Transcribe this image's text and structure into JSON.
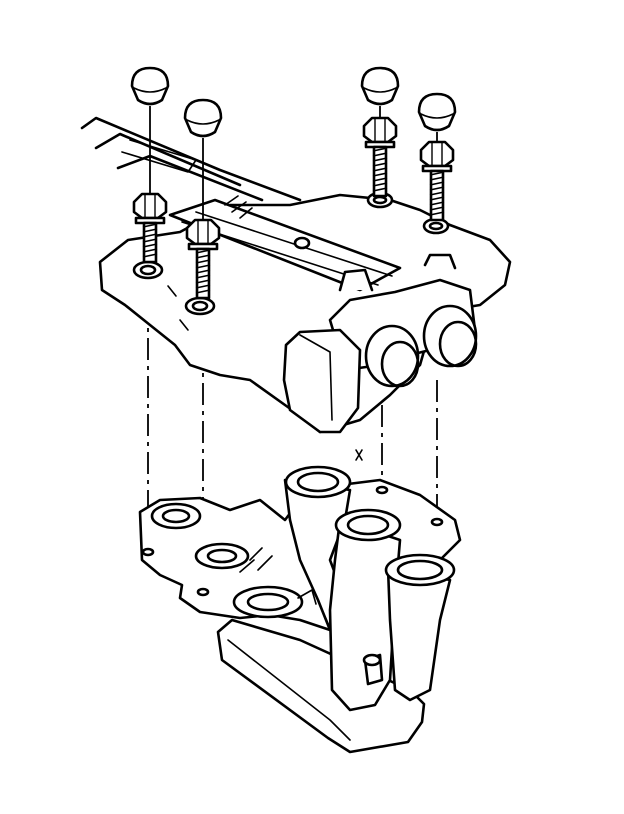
{
  "diagram": {
    "type": "exploded-assembly-line-drawing",
    "background": "#ffffff",
    "ink": "#000000",
    "fasteners": [
      {
        "id": "bolt-1",
        "kind": "bolt-with-cap"
      },
      {
        "id": "bolt-2",
        "kind": "bolt-with-cap"
      },
      {
        "id": "bolt-3",
        "kind": "bolt-with-cap"
      },
      {
        "id": "bolt-4",
        "kind": "bolt-with-cap"
      }
    ],
    "parts": [
      {
        "id": "upper-manifold-assembly"
      },
      {
        "id": "lower-base-bracket"
      }
    ]
  }
}
